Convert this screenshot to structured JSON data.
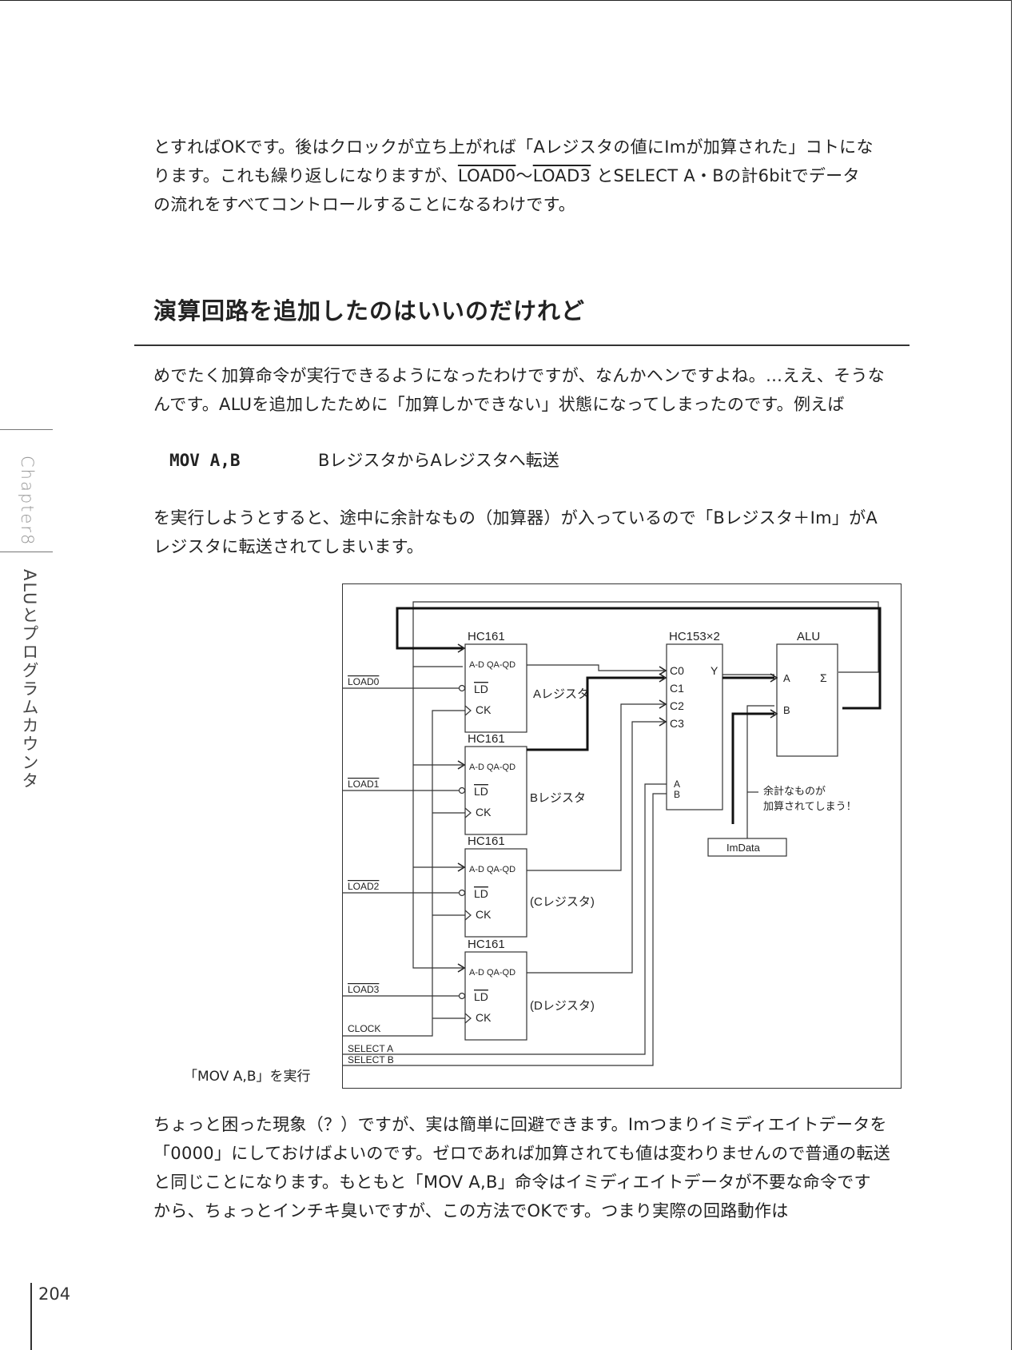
{
  "paragraph1": {
    "line1": "とすればOKです。後はクロックが立ち上がれば「Aレジスタの値にImが加算された」コトにな",
    "line2_pre": "ります。これも繰り返しになりますが、",
    "line2_load0": "LOAD0",
    "line2_tilde": "〜",
    "line2_load3": "LOAD3",
    "line2_post": " とSELECT A・Bの計6bitでデータ",
    "line3": "の流れをすべてコントロールすることになるわけです。"
  },
  "section_title": "演算回路を追加したのはいいのだけれど",
  "paragraph2": {
    "line1": "めでたく加算命令が実行できるようになったわけですが、なんかヘンですよね。…ええ、そうな",
    "line2": "んです。ALUを追加したために「加算しかできない」状態になってしまったのです。例えば"
  },
  "code_example": {
    "command": "MOV A,B",
    "description": "BレジスタからAレジスタへ転送"
  },
  "paragraph3": {
    "line1": "を実行しようとすると、途中に余計なもの（加算器）が入っているので「Bレジスタ＋Im」がA",
    "line2": "レジスタに転送されてしまいます。"
  },
  "diagram": {
    "chips": [
      {
        "title": "HC161",
        "ports": "A-D QA-QD",
        "ld": "LD",
        "ck": "CK",
        "register": "Aレジスタ",
        "load": "LOAD0"
      },
      {
        "title": "HC161",
        "ports": "A-D QA-QD",
        "ld": "LD",
        "ck": "CK",
        "register": "Bレジスタ",
        "load": "LOAD1"
      },
      {
        "title": "HC161",
        "ports": "A-D QA-QD",
        "ld": "LD",
        "ck": "CK",
        "register": "(Cレジスタ)",
        "load": "LOAD2"
      },
      {
        "title": "HC161",
        "ports": "A-D QA-QD",
        "ld": "LD",
        "ck": "CK",
        "register": "(Dレジスタ)",
        "load": "LOAD3"
      }
    ],
    "mux": {
      "title": "HC153×2",
      "inputs": [
        "C0",
        "C1",
        "C2",
        "C3"
      ],
      "output": "Y",
      "select_a": "A",
      "select_b": "B"
    },
    "alu": {
      "title": "ALU",
      "in_a": "A",
      "in_b": "B",
      "out": "Σ"
    },
    "note_line1": "余計なものが",
    "note_line2": "加算されてしまう！",
    "imdata": "ImData",
    "clock": "CLOCK",
    "select_a": "SELECT A",
    "select_b": "SELECT B"
  },
  "figure_caption": "「MOV A,B」を実行",
  "paragraph4": {
    "line1": "ちょっと困った現象（？）ですが、実は簡単に回避できます。Imつまりイミディエイトデータを",
    "line2": "「0000」にしておけばよいのです。ゼロであれば加算されても値は変わりませんので普通の転送",
    "line3": "と同じことになります。もともと「MOV A,B」命令はイミディエイトデータが不要な命令です",
    "line4": "から、ちょっとインチキ臭いですが、この方法でOKです。つまり実際の回路動作は"
  },
  "sidebar": {
    "chapter": "Chapter8",
    "title": "ALUとプログラムカウンタ"
  },
  "page_number": "204"
}
